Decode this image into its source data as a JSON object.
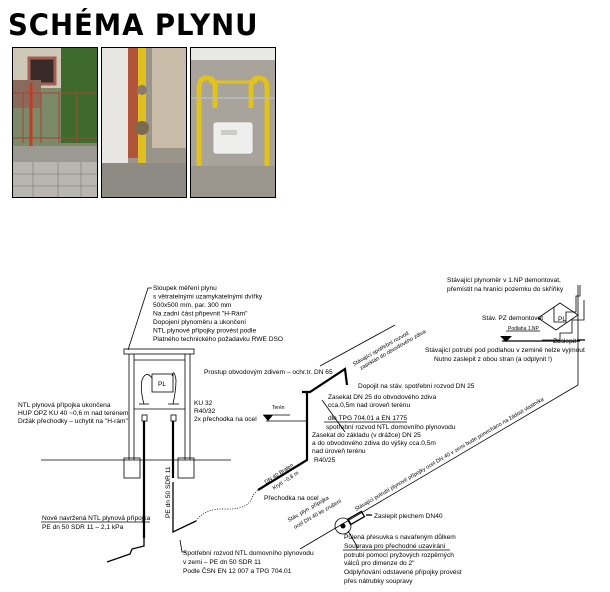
{
  "title": "SCHÉMA PLYNU",
  "photos": [
    {
      "label": "photo-front-garden-fence"
    },
    {
      "label": "photo-yellow-gas-pipe-wall"
    },
    {
      "label": "photo-gas-meter"
    }
  ],
  "notes": {
    "sloupek": [
      "Sloupek měření plynu",
      "s větratelnými uzamykatelnými dvířky",
      "500x500 mm, par. 300 mm",
      "Na zadní část připevnit \"H-Rám\"",
      "Dopojení plynoměru a ukončení",
      "NTL plynové přípojky provést podle",
      "Platného technického požadavku RWE DSO"
    ],
    "ntl_ukoncena": [
      "NTL plynová přípojka ukončena",
      "HUP OPZ KU 40 ~0,6 m nad terénem",
      "Držák přechodky – uchytit na \"H-rám\""
    ],
    "ku": [
      "KU 32",
      "R40/32",
      "2x přechodka na ocel"
    ],
    "pl": "PL",
    "prostup": "Prostup obvodovým zdivem – ochr.tr. DN 65",
    "teren": "Terén",
    "stavajici_zaseklan": [
      "Stávající spotřební rozvod",
      "zaseklán do obvodového zdiva"
    ],
    "dopojit": "Dopojit na stáv. spotřební rozvod DN 25",
    "zasekat_dn25": [
      "Zasekat DN 25 do obvodového zdiva",
      "cca.0,5m nad úroveň terénu",
      "dle TPG 704.01 a EN 1775",
      "spotřební rozvod NTL domovního plynovodu"
    ],
    "zasekat_zaklad": [
      "Zasekat do základu (v drážce) DN 25",
      "a do obvodového zdiva do výšky cca.0,5m",
      "nad úroveň terénu"
    ],
    "r40_25": "R40/25",
    "dn40_bralen": "DN 40 Bralen",
    "kryti": "Krytí ~0,8 m",
    "prechodka": "Přechodka na ocel",
    "pe_vertical": "PE dn 50 SDR 11",
    "nove_navrzena": [
      "Nově navržená NTL plynová přípojka",
      "PE dn 50 SDR 11 – 2,1 kPa"
    ],
    "spotrebni_zemi": [
      "Spotřební rozvod NTL domovního plynovodu",
      "v zemi – PE dn 50 SDR 11",
      "Podle ČSN EN 12 007 a TPG 704.01"
    ],
    "plynomer_1np": [
      "Stávající plynoměr v 1.NP demontovat,",
      "přemístit na hranici pozemku do skříňky"
    ],
    "stav_pz": "Stáv. PZ demontovat",
    "podlaha": "Podlaha 1.NP",
    "pl_right": "PL",
    "zaslepit": "Zaslepit",
    "potrubi_podlaha": [
      "Stávající potrubí pod podlahou v zemině nelze vyjmout",
      "Nutno zaslepit z obou stran (a odplynit !)"
    ],
    "potrubi_ponechano": "Stávající potrubí plynové přípojky ocel DN 40 v zemi bude ponecháno na žádost vlastníka",
    "stav_pripojka": [
      "Stáv. plyn. přípojka",
      "ocel DN 40 ke zrušení"
    ],
    "zaslepit_plechem": "Zaslepit plechem DN40",
    "pulena": [
      "Půlená přesuvka s navařeným důlkem",
      "Souprava pro přechodné uzavírání",
      "potrubí pomocí pryžových rozpěrných",
      "válců pro dimenze do 2\"",
      "Odplyňování odstavené přípojky provést",
      "přes nátrubky soupravy"
    ]
  }
}
